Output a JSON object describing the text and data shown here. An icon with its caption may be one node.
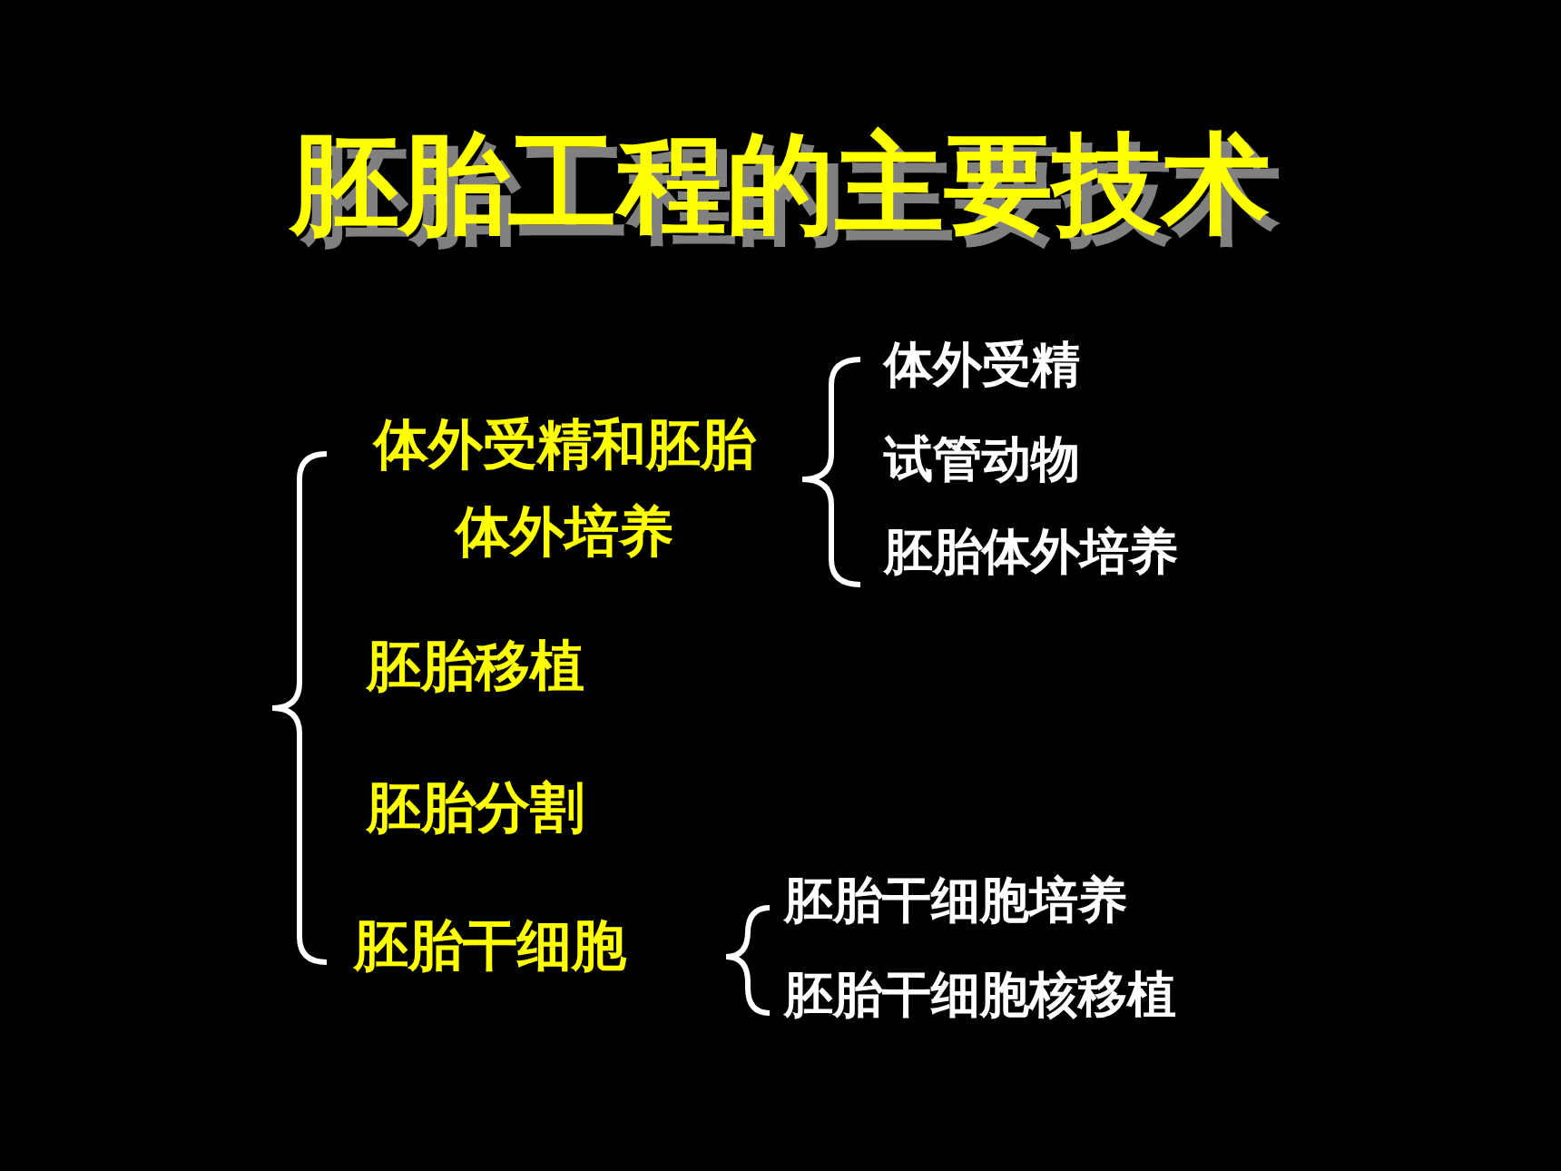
{
  "diagram": {
    "title": "胚胎工程的主要技术",
    "labels": [
      "体外受精",
      "体外受精和胚胎体外培养",
      "试管动物",
      "胚胎体外培养",
      "胚胎移植",
      "胚胎分割",
      "胚胎干细胞培养",
      "胚胎干细胞",
      "胚胎干细胞核移植"
    ]
  }
}
